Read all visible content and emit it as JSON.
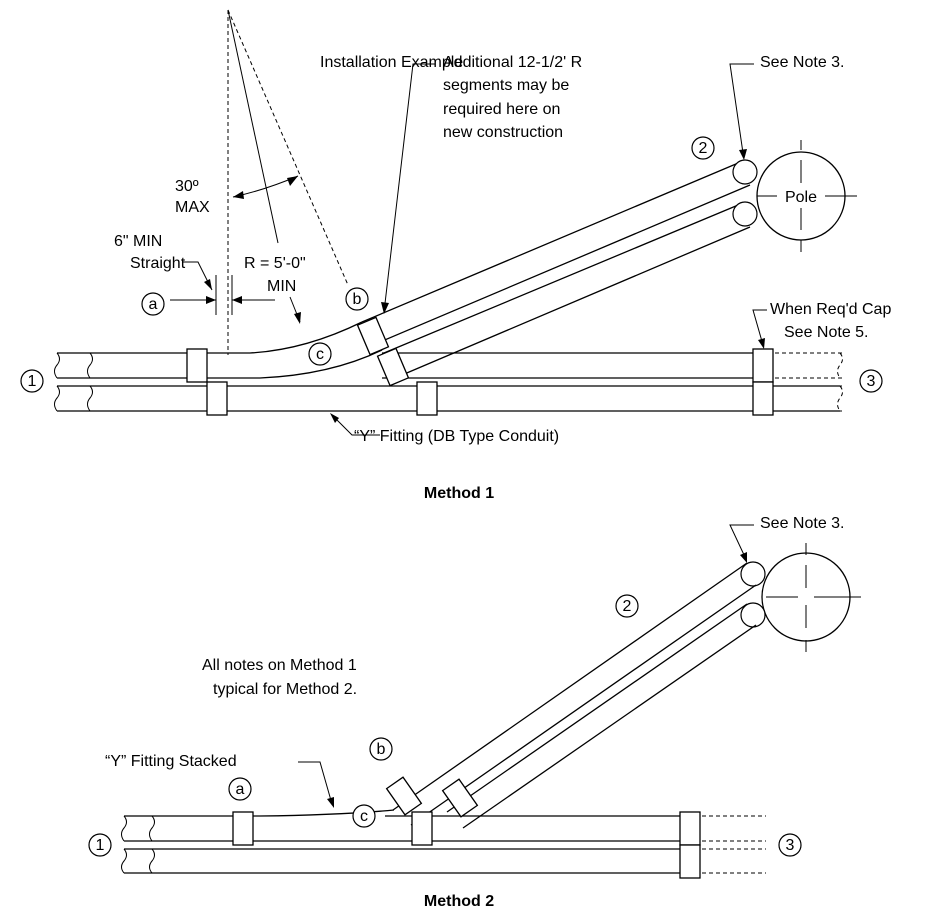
{
  "title": "Installation Example",
  "method1": {
    "label": "Method 1",
    "angle_note": [
      "30º",
      "MAX"
    ],
    "straight_note": [
      "6\" MIN",
      "Straight"
    ],
    "radius_note": [
      "R = 5'-0\"",
      "MIN"
    ],
    "segments_note": [
      "Additional 12-1/2' R",
      "segments may be",
      "required here on",
      "new construction"
    ],
    "see_note": "See Note 3.",
    "pole_label": "Pole",
    "cap_note": [
      "When Req'd Cap",
      "See Note 5."
    ],
    "y_fitting_note": "“Y” Fitting (DB Type Conduit)",
    "callouts": {
      "a": "a",
      "b": "b",
      "c": "c",
      "n1": "1",
      "n2": "2",
      "n3": "3"
    }
  },
  "method2": {
    "label": "Method 2",
    "notes": [
      "All notes on Method 1",
      "typical for Method 2."
    ],
    "see_note": "See Note 3.",
    "y_fitting_note": "“Y” Fitting Stacked",
    "callouts": {
      "a": "a",
      "b": "b",
      "c": "c",
      "n1": "1",
      "n2": "2",
      "n3": "3"
    }
  }
}
